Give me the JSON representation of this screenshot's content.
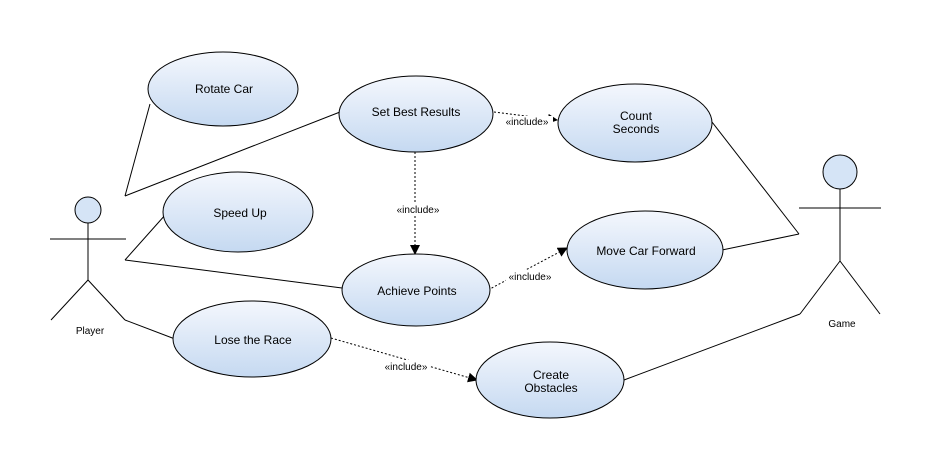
{
  "diagram": {
    "actors": {
      "player": {
        "label": "Player"
      },
      "game": {
        "label": "Game"
      }
    },
    "use_cases": {
      "rotate_car": "Rotate Car",
      "set_best_results": "Set Best Results",
      "count_seconds": [
        "Count",
        "Seconds"
      ],
      "speed_up": "Speed Up",
      "move_car_forward": "Move Car Forward",
      "achieve_points": "Achieve Points",
      "lose_the_race": "Lose the Race",
      "create_obstacles": [
        "Create",
        "Obstacles"
      ]
    },
    "relations": {
      "include_label": "«include»"
    },
    "colors": {
      "usecase_fill_light": "#f4f7fd",
      "usecase_fill_dark": "#c5d9f1",
      "actor_head_fill": "#d5e4f6"
    }
  }
}
